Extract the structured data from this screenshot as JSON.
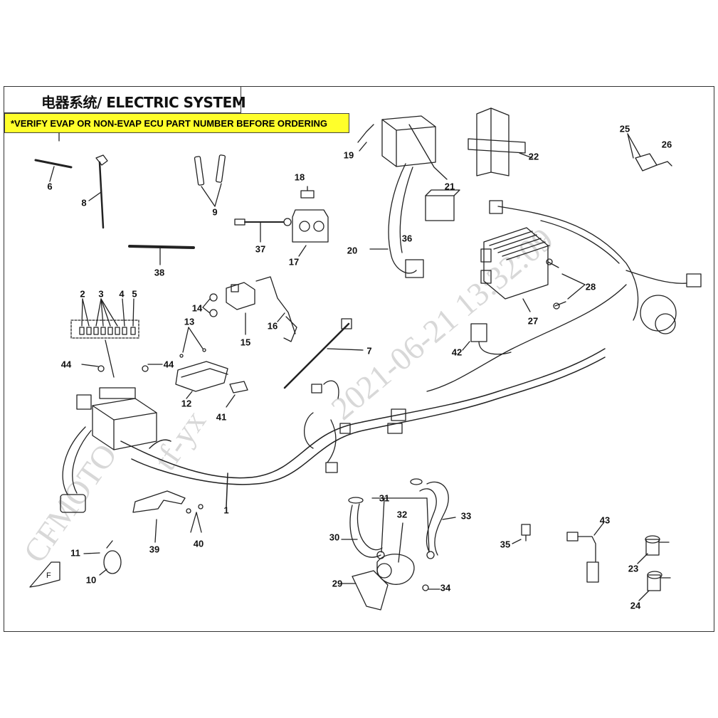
{
  "title": "电器系统/ ELECTRIC SYSTEM",
  "note": "*VERIFY EVAP OR NON-EVAP ECU PART NUMBER BEFORE ORDERING",
  "watermark": {
    "brand": "CFMOTO",
    "user": "tf-yx",
    "timestamp": "2021-06-21 13:32:09"
  },
  "callouts": {
    "c1": "1",
    "c2": "2",
    "c3": "3",
    "c4": "4",
    "c5": "5",
    "c6": "6",
    "c7": "7",
    "c8": "8",
    "c9": "9",
    "c10": "10",
    "c11": "11",
    "c12": "12",
    "c13": "13",
    "c14": "14",
    "c15": "15",
    "c16": "16",
    "c17": "17",
    "c18": "18",
    "c19": "19",
    "c20": "20",
    "c21": "21",
    "c22": "22",
    "c23": "23",
    "c24": "24",
    "c25": "25",
    "c26": "26",
    "c27": "27",
    "c28": "28",
    "c29": "29",
    "c30": "30",
    "c31": "31",
    "c32": "32",
    "c33": "33",
    "c34": "34",
    "c35": "35",
    "c36": "36",
    "c37": "37",
    "c38": "38",
    "c39": "39",
    "c40": "40",
    "c41": "41",
    "c42": "42",
    "c43": "43",
    "c44a": "44",
    "c44b": "44"
  },
  "colors": {
    "line": "#222222",
    "note_bg": "#ffff2b",
    "watermark": "#d8d8d8"
  }
}
